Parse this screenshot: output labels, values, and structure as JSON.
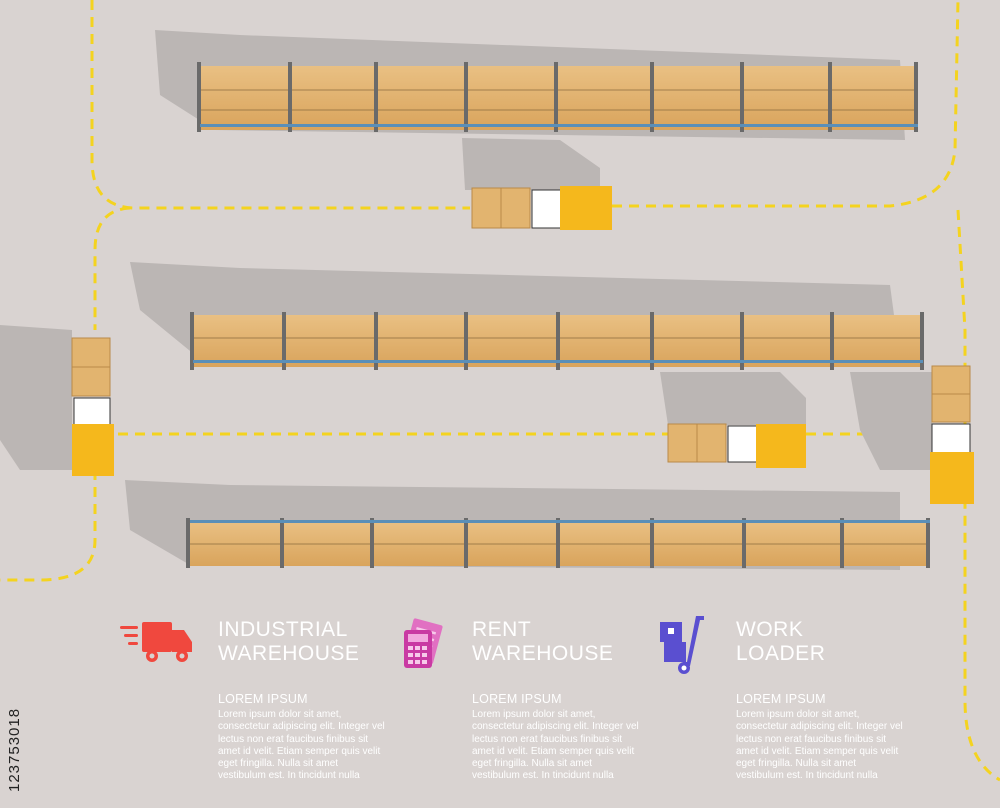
{
  "image_id_text": "123753018",
  "features": [
    {
      "icon": "truck-icon",
      "title_line1": "INDUSTRIAL",
      "title_line2": "WAREHOUSE",
      "heading": "LOREM IPSUM",
      "body": "Lorem ipsum dolor sit amet, consectetur adipiscing elit. Integer vel lectus non erat faucibus finibus sit amet id velit. Etiam semper quis velit eget fringilla. Nulla sit amet vestibulum est. In tincidunt nulla"
    },
    {
      "icon": "calculator-document-icon",
      "title_line1": "RENT",
      "title_line2": "WAREHOUSE",
      "heading": "LOREM IPSUM",
      "body": "Lorem ipsum dolor sit amet, consectetur adipiscing elit. Integer vel lectus non erat faucibus finibus sit amet id velit. Etiam semper quis velit eget fringilla. Nulla sit amet vestibulum est. In tincidunt nulla"
    },
    {
      "icon": "hand-truck-icon",
      "title_line1": "WORK",
      "title_line2": "LOADER",
      "heading": "LOREM IPSUM",
      "body": "Lorem ipsum dolor sit amet, consectetur adipiscing elit. Integer vel lectus non erat faucibus finibus sit amet id velit. Etiam semper quis velit eget fringilla. Nulla sit amet vestibulum est. In tincidunt nulla"
    }
  ],
  "colors": {
    "background": "#d9d3d1",
    "path_dash": "#f4d31f",
    "shadow": "#b9b4b2",
    "box": "#e2b46f",
    "rack_frame": "#7a7a7a",
    "forklift": "#f5b81c",
    "truck_icon": "#f0483e",
    "calculator_icon": "#c93aa3",
    "hand_truck_icon": "#5a4fd0"
  }
}
